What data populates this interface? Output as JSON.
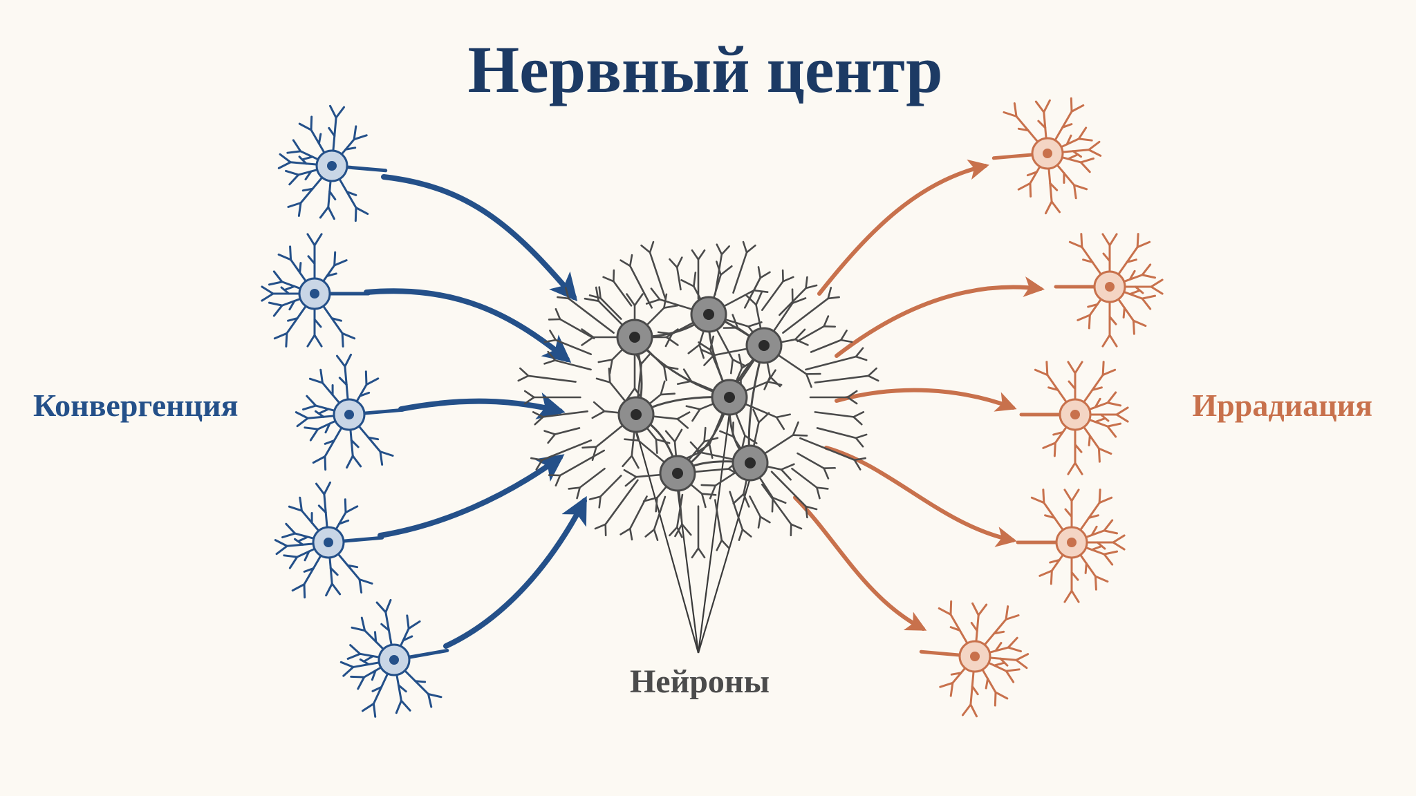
{
  "title": "Нервный центр",
  "labels": {
    "convergence": "Конвергенция",
    "irradiation": "Иррадиация",
    "neurons": "Нейроны"
  },
  "colors": {
    "background": "#fcf9f3",
    "convergence": "#245089",
    "convergence_cell": "#c9d6e6",
    "irradiation": "#c8714c",
    "irradiation_cell": "#f4d5c4",
    "center": "#4a4a4a",
    "center_cell": "#8e8e8e",
    "title": "#1c3a64"
  },
  "icons": {
    "input_neuron": "neuron-icon",
    "output_neuron": "neuron-icon",
    "center": "neural-network-cluster"
  }
}
